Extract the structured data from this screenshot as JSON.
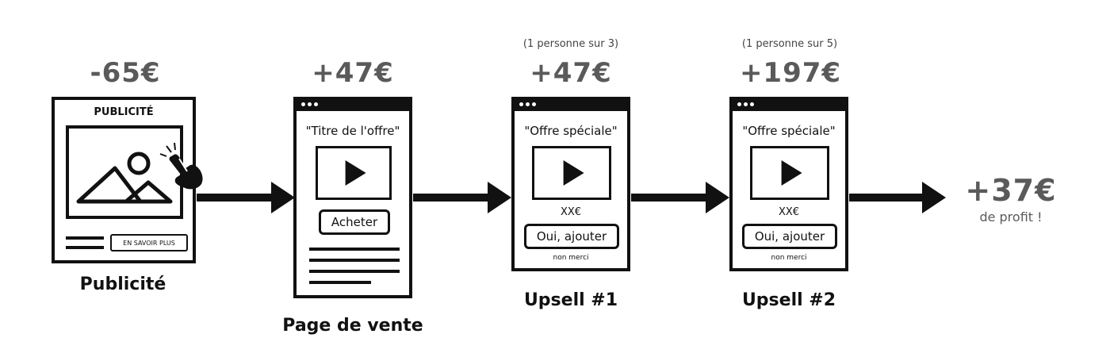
{
  "steps": [
    {
      "amount": "-65€",
      "caption": "Publicité",
      "header": "PUBLICITÉ",
      "button": "EN SAVOIR PLUS"
    },
    {
      "amount": "+47€",
      "caption": "Page de vente",
      "title": "\"Titre de l'offre\"",
      "button": "Acheter"
    },
    {
      "amount": "+47€",
      "note": "(1 personne sur 3)",
      "caption": "Upsell #1",
      "title": "\"Offre spéciale\"",
      "price": "XX€",
      "button": "Oui, ajouter",
      "decline": "non merci"
    },
    {
      "amount": "+197€",
      "note": "(1 personne sur 5)",
      "caption": "Upsell #2",
      "title": "\"Offre spéciale\"",
      "price": "XX€",
      "button": "Oui, ajouter",
      "decline": "non merci"
    }
  ],
  "result": {
    "amount": "+37€",
    "label": "de profit !"
  },
  "icons": [
    "image-placeholder-icon",
    "pointer-hand-icon",
    "play-icon",
    "arrow-right-icon"
  ]
}
